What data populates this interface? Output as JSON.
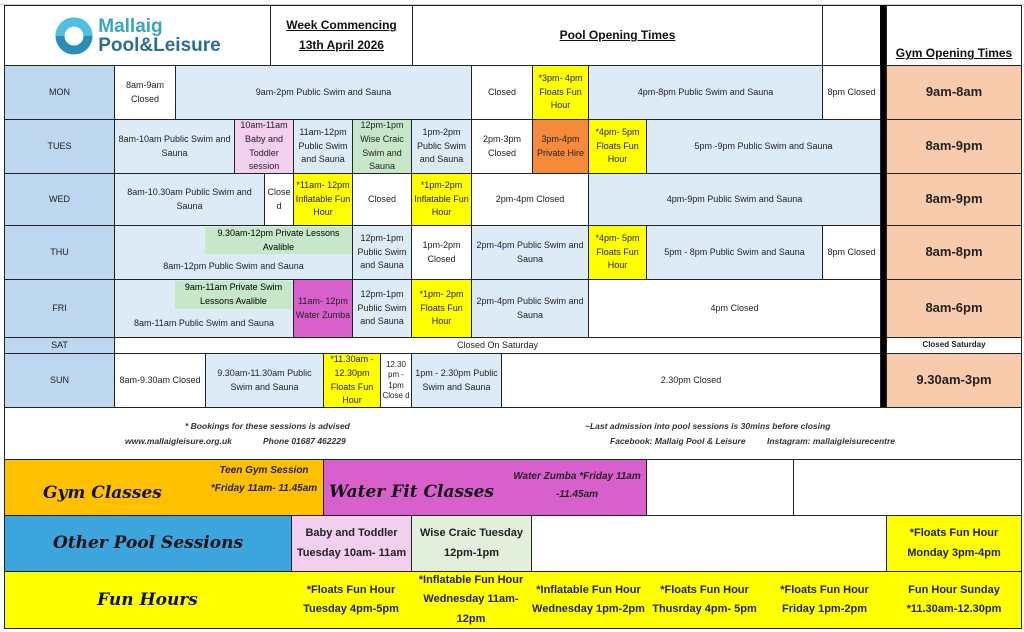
{
  "header": {
    "logo_line1": "Mallaig",
    "logo_line2": "Pool&Leisure",
    "week_label": "Week Commencing",
    "week_date": "13th April 2026",
    "pool_title": "Pool Opening Times",
    "gym_title": "Gym Opening Times"
  },
  "days": [
    "MON",
    "TUES",
    "WED",
    "THU",
    "FRI",
    "SAT",
    "SUN"
  ],
  "mon": [
    "8am-9am Closed",
    "9am-2pm Public Swim and Sauna",
    "Closed",
    "*3pm- 4pm Floats Fun Hour",
    "4pm-8pm Public Swim and Sauna",
    "8pm Closed"
  ],
  "tues": [
    "8am-10am Public Swim and Sauna",
    "10am-11am Baby and Toddler session",
    "11am-12pm Public Swim and Sauna",
    "12pm-1pm Wise Craic Swim and Sauna",
    "1pm-2pm Public Swim and Sauna",
    "2pm-3pm Closed",
    "3pm-4pm Private Hire",
    "*4pm- 5pm Floats Fun Hour",
    "5pm -9pm Public Swim and Sauna"
  ],
  "wed": [
    "8am-10.30am Public Swim and Sauna",
    "Close d",
    "*11am- 12pm Inflatable Fun Hour",
    "Closed",
    "*1pm-2pm Inflatable Fun Hour",
    "2pm-4pm Closed",
    "4pm-9pm Public Swim and Sauna"
  ],
  "thu": [
    "8am-12pm Public Swim and Sauna",
    "9.30am-12pm Private Lessons Avalible",
    "12pm-1pm Public Swim and Sauna",
    "1pm-2pm Closed",
    "2pm-4pm Public Swim and Sauna",
    "*4pm- 5pm Floats Fun Hour",
    "5pm - 8pm Public Swim and Sauna",
    "8pm Closed"
  ],
  "fri": [
    "8am-11am Public Swim and Sauna",
    "9am-11am Private Swim Lessons Avalible",
    "11am- 12pm Water Zumba",
    "12pm-1pm Public Swim and Sauna",
    "*1pm- 2pm Floats Fun Hour",
    "2pm-4pm Public Swim and Sauna",
    "4pm Closed"
  ],
  "sat": [
    "Closed On Saturday"
  ],
  "sun": [
    "8am-9.30am Closed",
    "9.30am-11.30am Public Swim and Sauna",
    "*11.30am - 12.30pm Floats Fun Hour",
    "12.30 pm - 1pm Close d",
    "1pm - 2.30pm Public Swim and Sauna",
    "2.30pm Closed"
  ],
  "gym": [
    "9am-8am",
    "8am-9pm",
    "8am-9pm",
    "8am-8pm",
    "8am-6pm",
    "Closed Saturday",
    "9.30am-3pm"
  ],
  "footer": {
    "bookings": "* Bookings for these sessions is advised",
    "website": "www.mallaigleisure.org.uk",
    "phone": "Phone 01687 462229",
    "last_admission": "~Last admission into pool sessions is 30mins before closing",
    "facebook": "Facebook: Mallaig Pool & Leisure",
    "instagram": "Instagram: mallaigleisurecentre"
  },
  "classes": {
    "gym_label": "Gym Classes",
    "gym_item": "Teen Gym Session *Friday 11am- 11.45am",
    "water_label": "Water Fit Classes",
    "water_item": "Water Zumba *Friday 11am -11.45am"
  },
  "other": {
    "label": "Other  Pool Sessions",
    "items": [
      "Baby and Toddler Tuesday 10am- 11am",
      "Wise Craic Tuesday 12pm-1pm",
      "*Floats Fun Hour Monday 3pm-4pm"
    ]
  },
  "fun": {
    "label": "Fun Hours",
    "items": [
      "*Floats Fun Hour Tuesday 4pm-5pm",
      "*Inflatable Fun Hour Wednesday 11am-12pm",
      "*Inflatable Fun Hour Wednesday 1pm-2pm",
      "*Floats Fun Hour Thusrday 4pm- 5pm",
      "*Floats Fun Hour Friday 1pm-2pm",
      "Fun Hour Sunday *11.30am-12.30pm"
    ]
  },
  "colors": {
    "public": "#DDEBF7",
    "fun": "#FFFF00",
    "gym": "#F8CBAD",
    "day": "#BDD7EE"
  }
}
